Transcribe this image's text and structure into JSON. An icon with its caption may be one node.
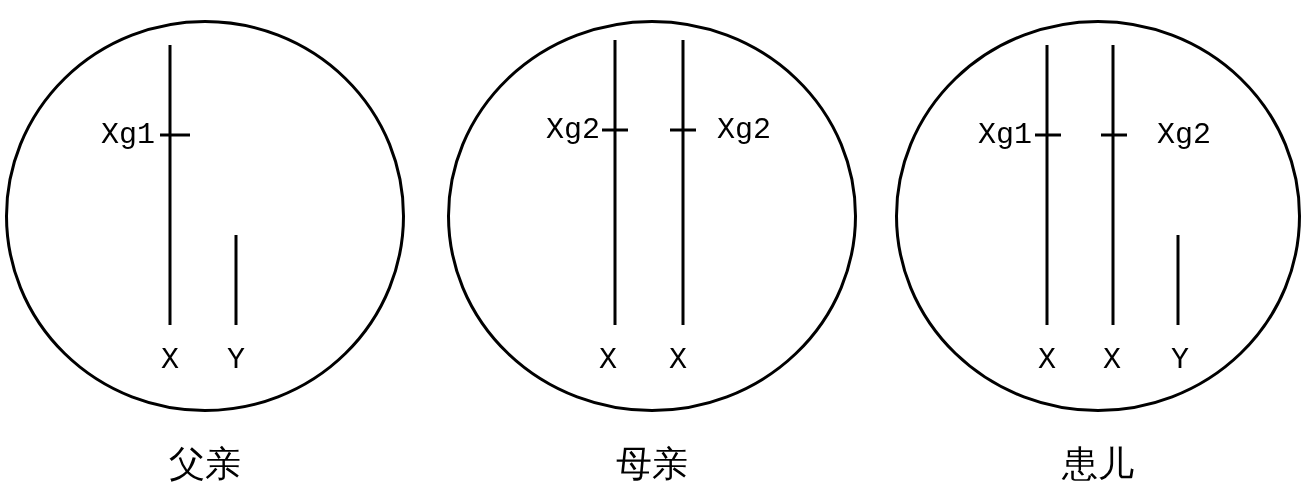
{
  "diagram": {
    "nodes": [
      {
        "text": [
          "Xg1",
          "X",
          "Y"
        ],
        "beside": [
          "父亲"
        ]
      },
      {
        "text": [
          "Xg2",
          "Xg2",
          "X",
          "X"
        ],
        "beside": [
          "母亲"
        ]
      },
      {
        "text": [
          "Xg1",
          "Xg2",
          "X",
          "X",
          "Y"
        ],
        "beside": [
          "患儿"
        ]
      }
    ]
  }
}
